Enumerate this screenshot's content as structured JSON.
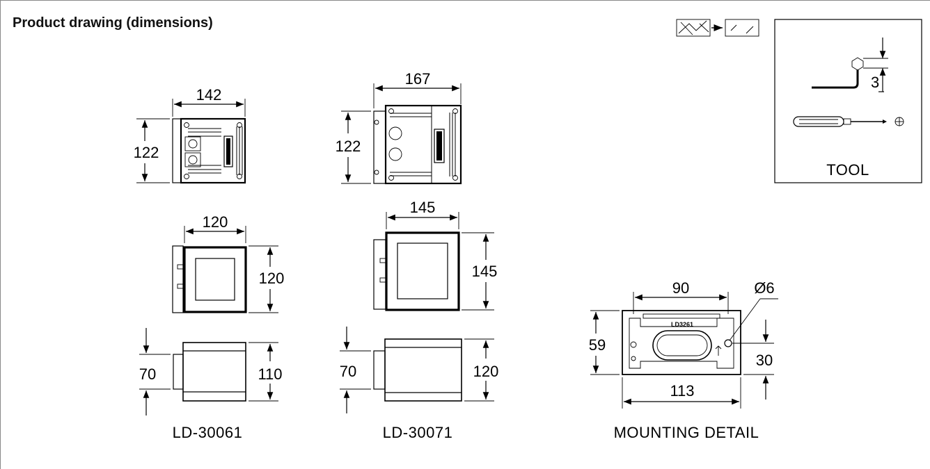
{
  "title": "Product drawing (dimensions)",
  "tool": {
    "label": "TOOL",
    "hex_key_size": "3"
  },
  "mounting_detail": {
    "caption": "MOUNTING DETAIL",
    "plate_label": "LD3261",
    "width_inner": "90",
    "width_outer": "113",
    "height": "59",
    "hole_offset": "30",
    "hole_diameter": "Ø6"
  },
  "models": [
    {
      "caption": "LD-30061",
      "top_width": "142",
      "top_height": "122",
      "front_width": "120",
      "front_height": "120",
      "side_depth": "70",
      "side_height": "110"
    },
    {
      "caption": "LD-30071",
      "top_width": "167",
      "top_height": "122",
      "front_width": "145",
      "front_height": "145",
      "side_depth": "70",
      "side_height": "120"
    }
  ]
}
